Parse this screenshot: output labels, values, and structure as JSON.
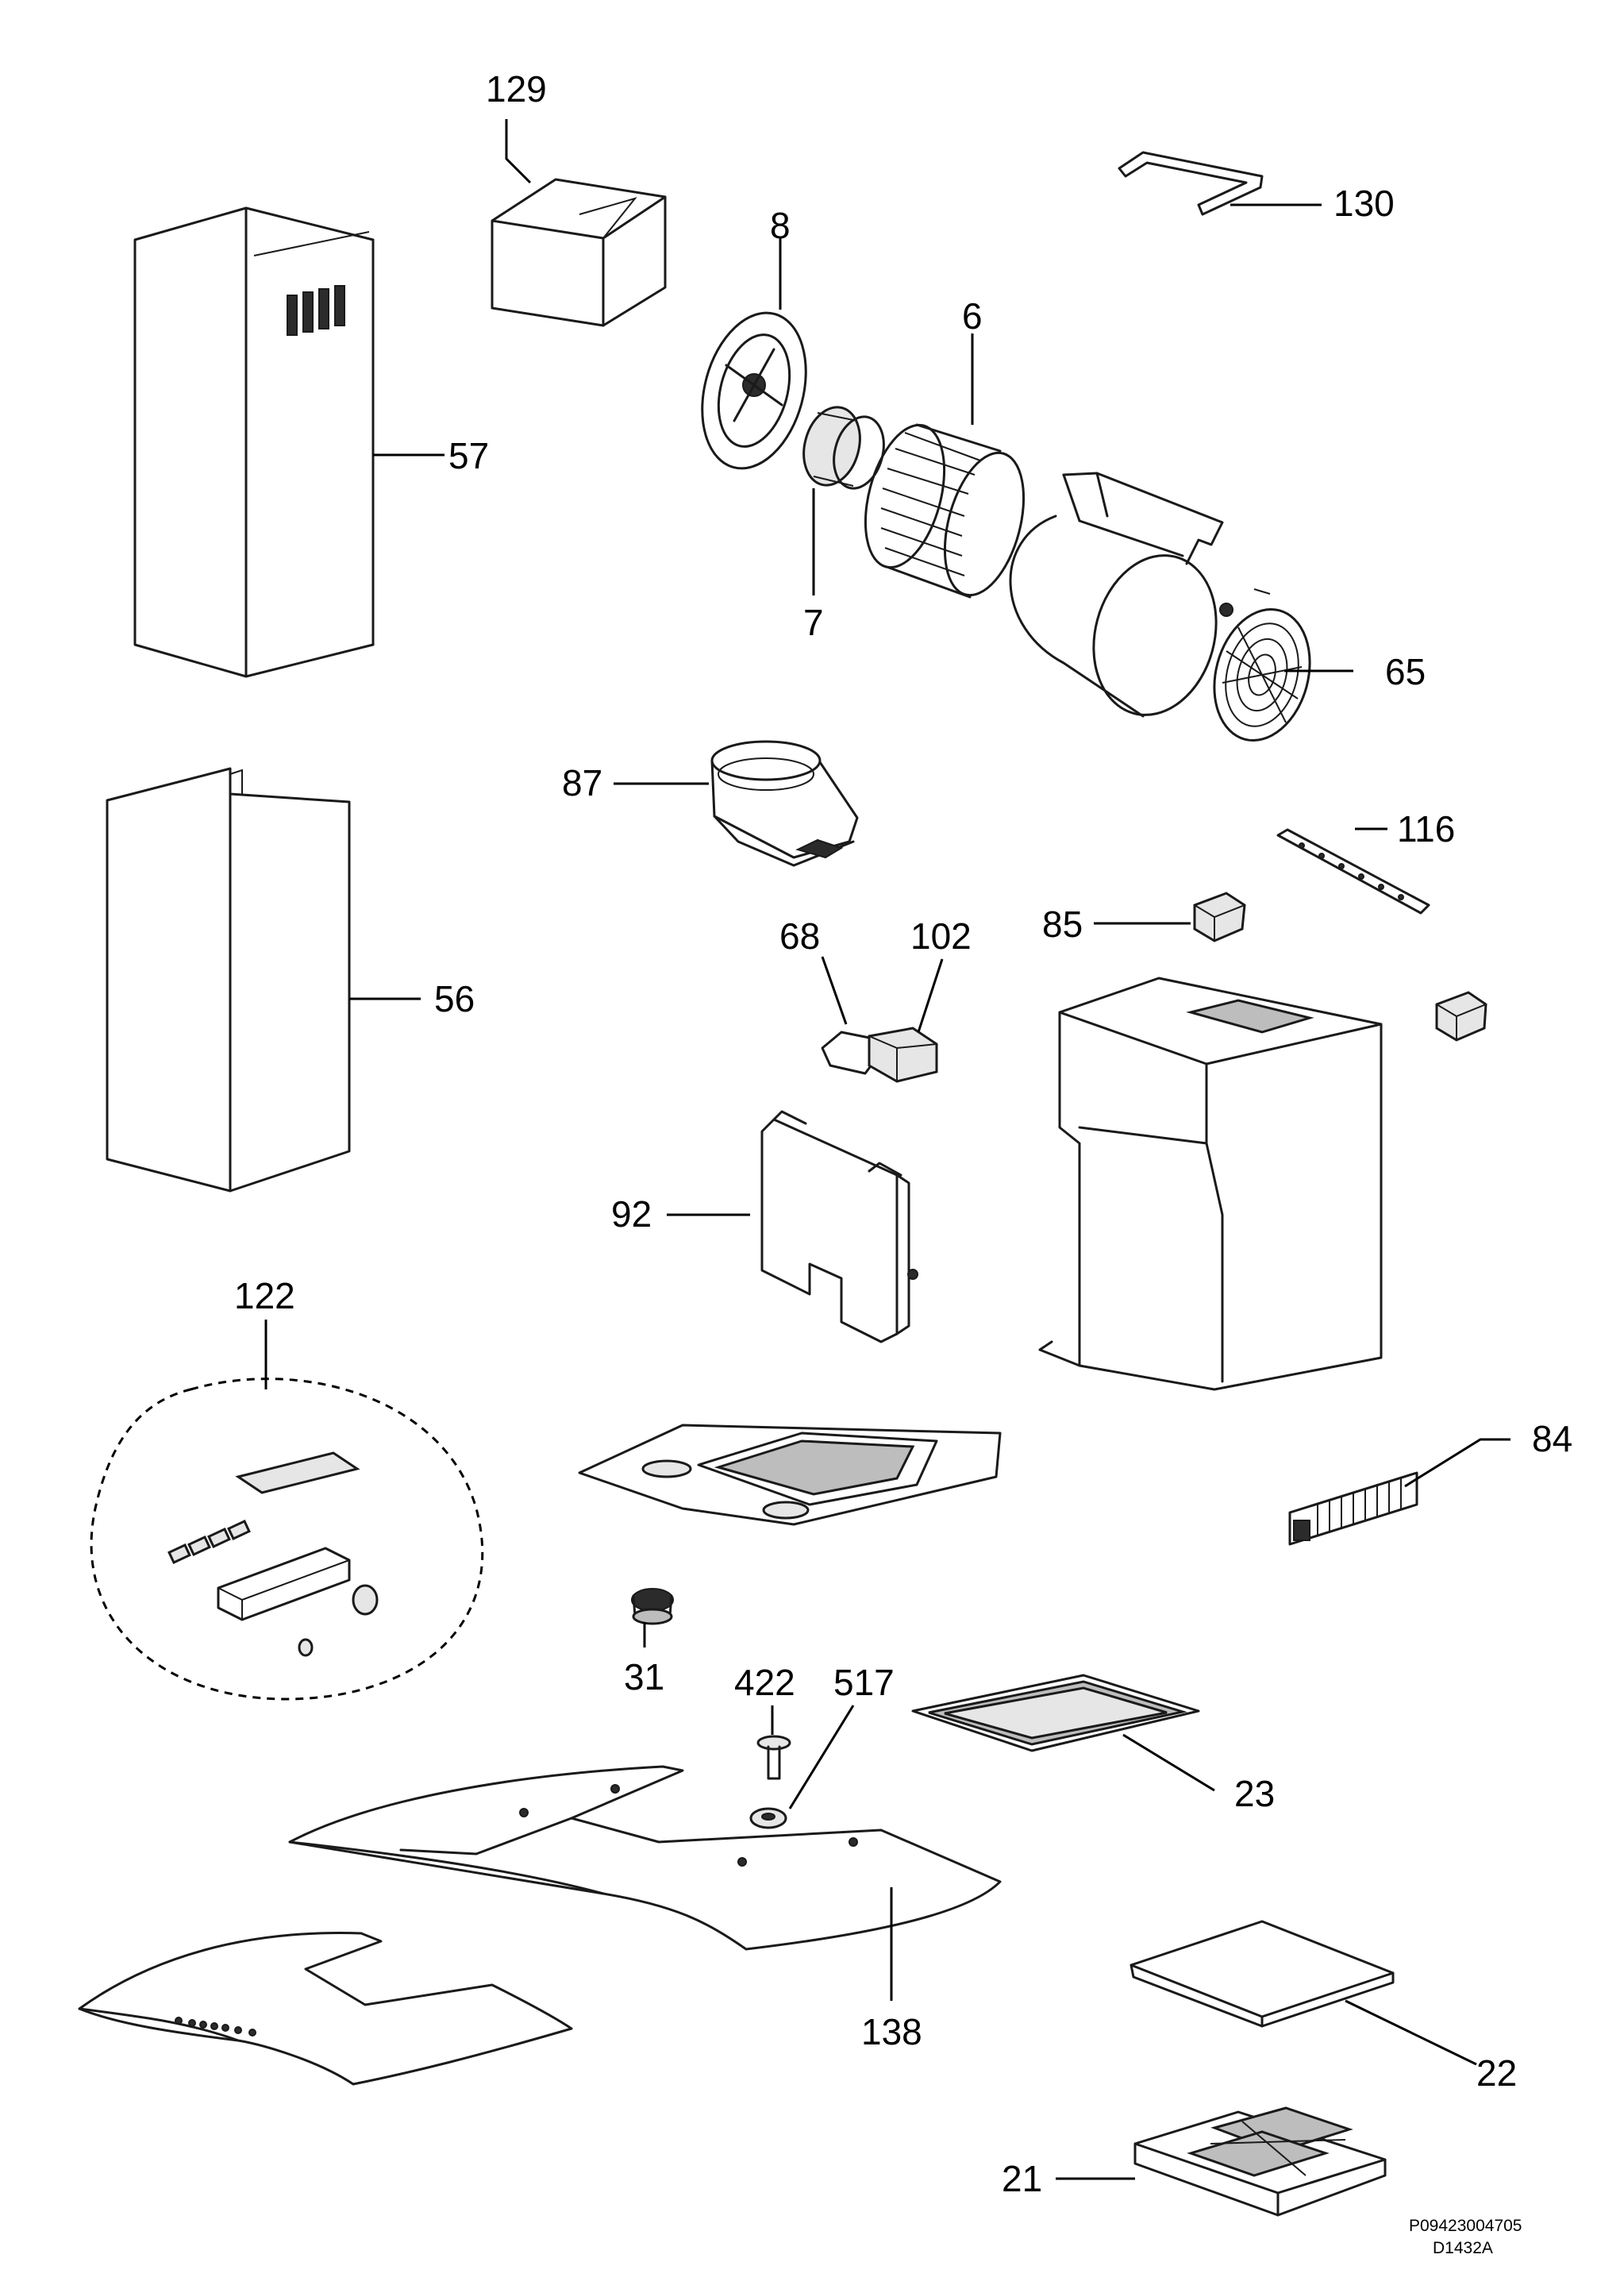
{
  "callouts": {
    "p129": "129",
    "p130": "130",
    "p8": "8",
    "p6": "6",
    "p57": "57",
    "p7": "7",
    "p65": "65",
    "p87": "87",
    "p116": "116",
    "p85": "85",
    "p68": "68",
    "p102": "102",
    "p56": "56",
    "p92": "92",
    "p122": "122",
    "p84": "84",
    "p31": "31",
    "p422": "422",
    "p517": "517",
    "p23": "23",
    "p138": "138",
    "p22": "22",
    "p21": "21"
  },
  "reference": {
    "code": "P09423004705",
    "drawing": "D1432A"
  }
}
